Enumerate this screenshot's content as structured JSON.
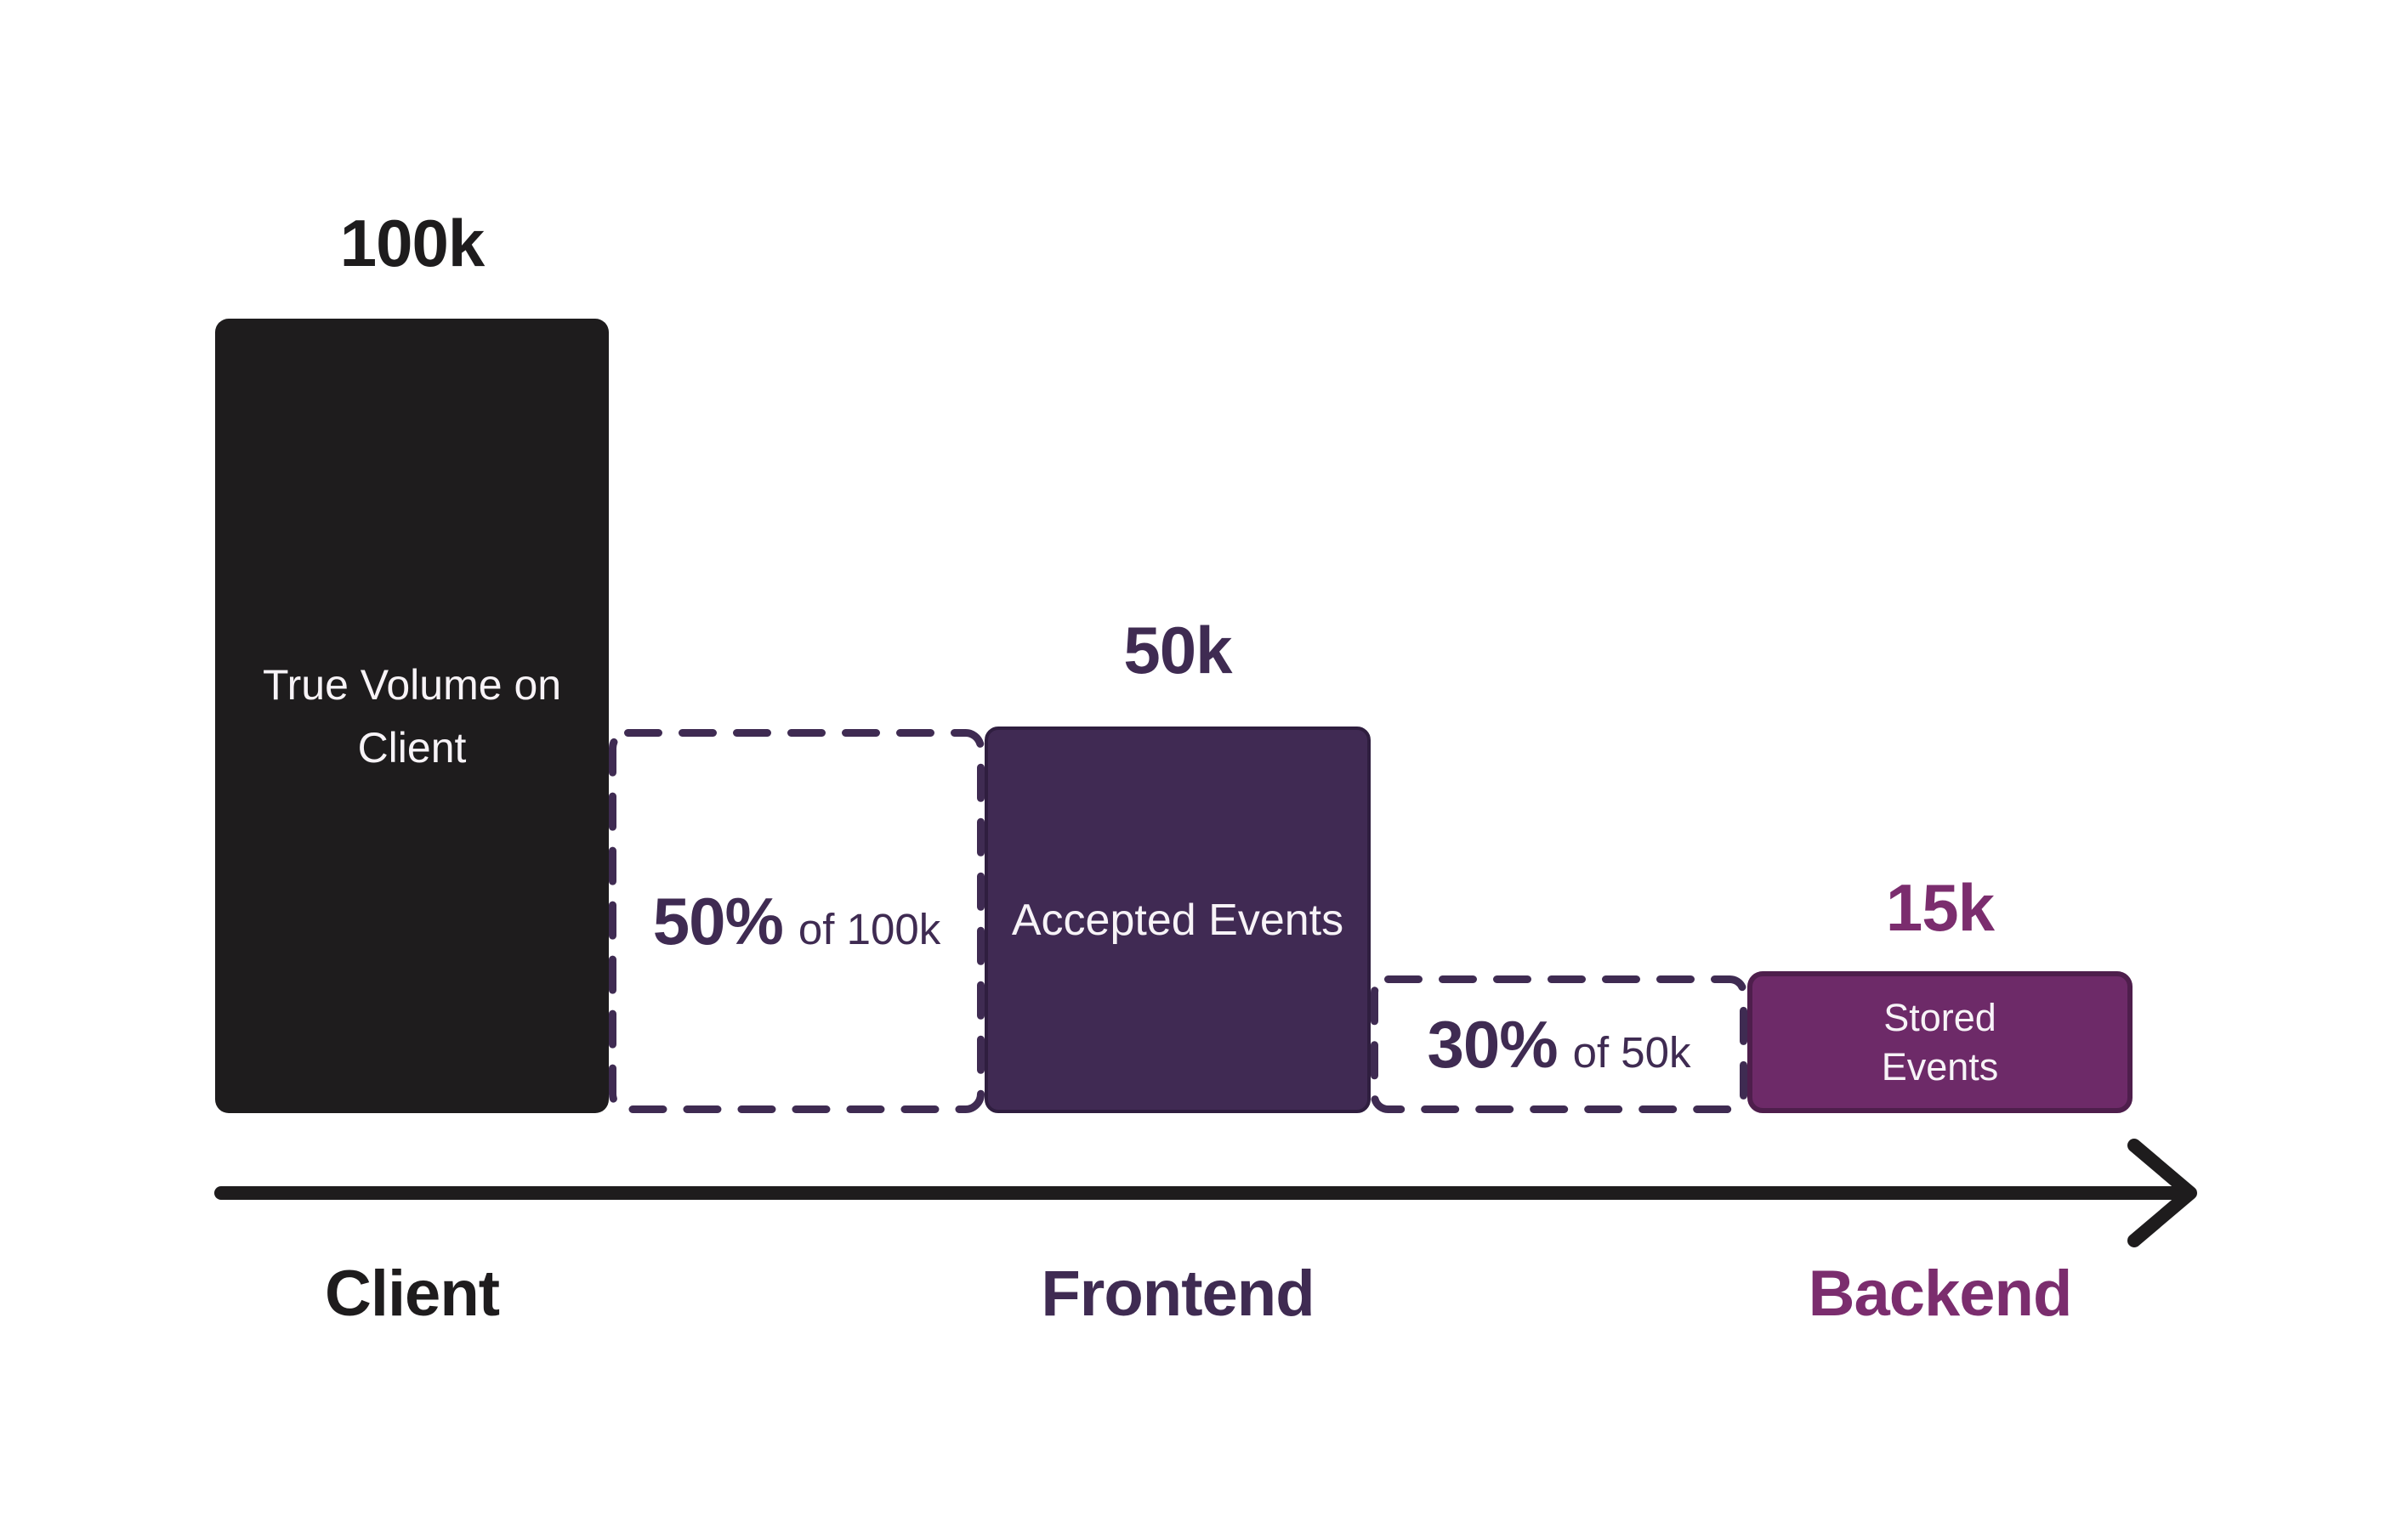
{
  "colors": {
    "background": "#ffffff",
    "ink": "#1e1c1d",
    "violet-fill": "#402a53",
    "violet-border": "#2f1e3f",
    "violet-dark": "#3f2b52",
    "magenta-fill": "#6d2a68",
    "magenta-border": "#4e1e4c",
    "magenta-text": "#7b2d6e",
    "bar-text": "#f7f3f7"
  },
  "chart_data": {
    "type": "bar",
    "title": "",
    "categories": [
      "Client",
      "Frontend",
      "Backend"
    ],
    "values": [
      100000,
      50000,
      15000
    ],
    "value_labels": [
      "100k",
      "50k",
      "15k"
    ],
    "bar_labels": [
      "True Volume on Client",
      "Accepted Events",
      "Stored Events"
    ],
    "bar_label_lines": [
      [
        "True Volume on",
        "Client"
      ],
      [
        "Accepted Events"
      ],
      [
        "Stored",
        "Events"
      ]
    ],
    "drops": [
      {
        "pct": "50%",
        "of_label": "of 100k",
        "retained_fraction": 0.5,
        "from_stage": "Client",
        "to_stage": "Frontend"
      },
      {
        "pct": "30%",
        "of_label": "of 50k",
        "retained_fraction": 0.3,
        "from_stage": "Frontend",
        "to_stage": "Backend"
      }
    ],
    "legend": false,
    "grid": false,
    "axis": {
      "style": "horizontal-flow-arrow",
      "direction": "left-to-right"
    }
  }
}
